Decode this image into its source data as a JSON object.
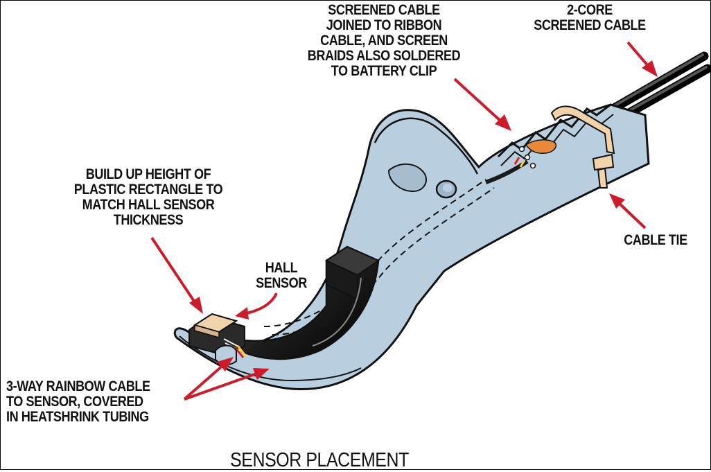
{
  "labels": {
    "screened_cable": [
      "SCREENED CABLE",
      "JOINED TO RIBBON",
      "CABLE, AND SCREEN",
      "BRAIDS ALSO SOLDERED",
      "TO BATTERY CLIP"
    ],
    "two_core": [
      "2-CORE",
      "SCREENED CABLE"
    ],
    "build_up": [
      "BUILD UP HEIGHT OF",
      "PLASTIC RECTANGLE TO",
      "MATCH HALL SENSOR",
      "THICKNESS"
    ],
    "hall_sensor": [
      "HALL",
      "SENSOR"
    ],
    "cable_tie": [
      "CABLE TIE"
    ],
    "rainbow_cable": [
      "3-WAY RAINBOW CABLE",
      "TO SENSOR, COVERED",
      "IN HEATSHRINK TUBING"
    ]
  },
  "caption": "SENSOR PLACEMENT",
  "colors": {
    "body_fill": "#b9cfe0",
    "outline": "#111111",
    "arrow": "#cc1b2b",
    "cable": "#1c1c1c",
    "tie": "#f1d3ab",
    "orange": "#e8893a"
  }
}
